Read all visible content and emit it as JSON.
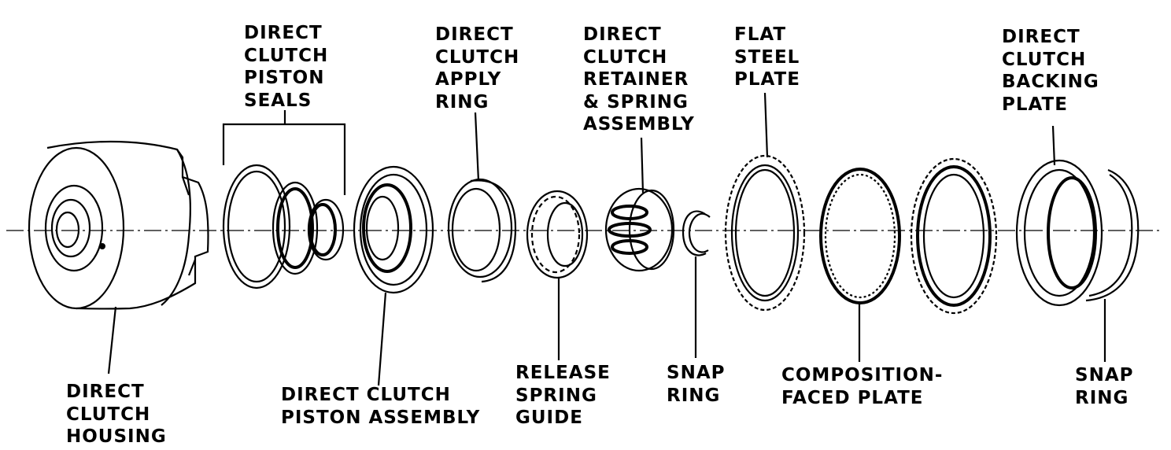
{
  "diagram": {
    "labels": {
      "housing": "DIRECT\nCLUTCH\nHOUSING",
      "piston_seals": "DIRECT\nCLUTCH\nPISTON\nSEALS",
      "piston_assembly": "DIRECT CLUTCH\nPISTON ASSEMBLY",
      "apply_ring": "DIRECT\nCLUTCH\nAPPLY\nRING",
      "release_spring_guide": "RELEASE\nSPRING\nGUIDE",
      "retainer_spring": "DIRECT\nCLUTCH\nRETAINER\n& SPRING\nASSEMBLY",
      "snap_ring_1": "SNAP\nRING",
      "flat_steel_plate": "FLAT\nSTEEL\nPLATE",
      "composition_plate": "COMPOSITION-\nFACED PLATE",
      "backing_plate": "DIRECT\nCLUTCH\nBACKING\nPLATE",
      "snap_ring_2": "SNAP\nRING"
    }
  }
}
